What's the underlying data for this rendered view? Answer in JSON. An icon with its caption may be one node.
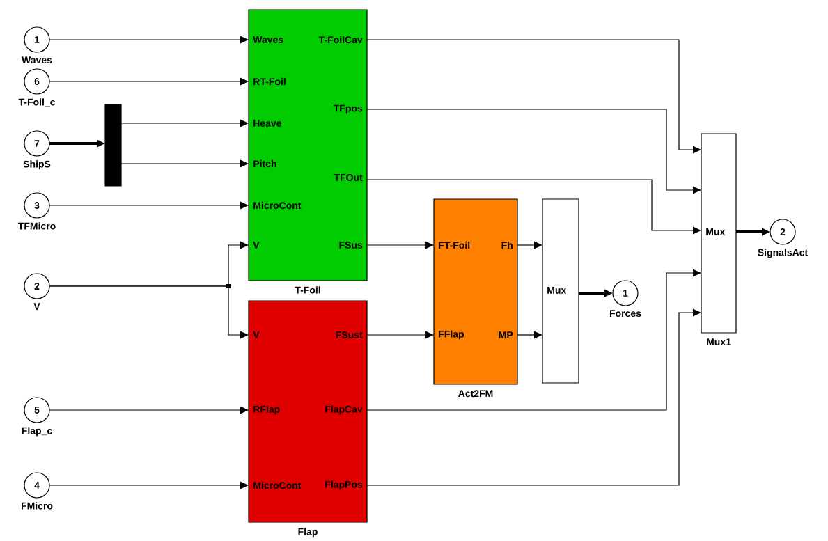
{
  "diagram": {
    "nodes": [
      {
        "text": [
          "1"
        ],
        "beside": [
          "Waves"
        ]
      },
      {
        "text": [
          "6"
        ],
        "beside": [
          "T-Foil_c"
        ]
      },
      {
        "text": [
          "7"
        ],
        "beside": [
          "ShipS"
        ]
      },
      {
        "text": [
          "3"
        ],
        "beside": [
          "TFMicro"
        ]
      },
      {
        "text": [
          "2"
        ],
        "beside": [
          "V"
        ]
      },
      {
        "text": [
          "5"
        ],
        "beside": [
          "Flap_c"
        ]
      },
      {
        "text": [
          "4"
        ],
        "beside": [
          "FMicro"
        ]
      },
      {
        "text": [],
        "shape": "bar"
      },
      {
        "text": [
          "Waves",
          "RT-Foil",
          "Heave",
          "Pitch",
          "MicroCont",
          "V",
          "T-FoilCav",
          "TFpos",
          "TFOut",
          "FSus"
        ],
        "beside": [
          "T-Foil"
        ]
      },
      {
        "text": [
          "V",
          "RFlap",
          "MicroCont",
          "FSust",
          "FlapCav",
          "FlapPos"
        ],
        "beside": [
          "Flap"
        ]
      },
      {
        "text": [
          "FT-Foil",
          "FFlap",
          "Fh",
          "MP"
        ],
        "beside": [
          "Act2FM"
        ]
      },
      {
        "text": [
          "Mux"
        ]
      },
      {
        "text": [
          "Mux"
        ],
        "beside": [
          "Mux1"
        ]
      },
      {
        "text": [
          "1"
        ],
        "beside": [
          "Forces"
        ]
      },
      {
        "text": [
          "2"
        ],
        "beside": [
          "SignalsAct"
        ]
      }
    ],
    "edges": [
      {
        "from": 0,
        "to": 8,
        "arrow": "to"
      },
      {
        "from": 1,
        "to": 8,
        "arrow": "to"
      },
      {
        "from": 2,
        "to": 7,
        "arrow": "to",
        "style": "thick"
      },
      {
        "from": 7,
        "to": 8,
        "arrow": "to"
      },
      {
        "from": 7,
        "to": 8,
        "arrow": "to"
      },
      {
        "from": 3,
        "to": 8,
        "arrow": "to"
      },
      {
        "from": 4,
        "to": 8,
        "arrow": "to"
      },
      {
        "from": 4,
        "to": 9,
        "arrow": "to"
      },
      {
        "from": 8,
        "to": 10,
        "arrow": "to"
      },
      {
        "from": 9,
        "to": 10,
        "arrow": "to"
      },
      {
        "from": 10,
        "to": 11,
        "arrow": "to"
      },
      {
        "from": 10,
        "to": 11,
        "arrow": "to"
      },
      {
        "from": 11,
        "to": 13,
        "arrow": "to",
        "style": "thick"
      },
      {
        "from": 8,
        "to": 12,
        "arrow": "to"
      },
      {
        "from": 8,
        "to": 12,
        "arrow": "to"
      },
      {
        "from": 8,
        "to": 12,
        "arrow": "to"
      },
      {
        "from": 9,
        "to": 12,
        "arrow": "to"
      },
      {
        "from": 9,
        "to": 12,
        "arrow": "to"
      },
      {
        "from": 12,
        "to": 14,
        "arrow": "to",
        "style": "thick"
      },
      {
        "from": 5,
        "to": 9,
        "arrow": "to"
      },
      {
        "from": 6,
        "to": 9,
        "arrow": "to"
      }
    ]
  }
}
